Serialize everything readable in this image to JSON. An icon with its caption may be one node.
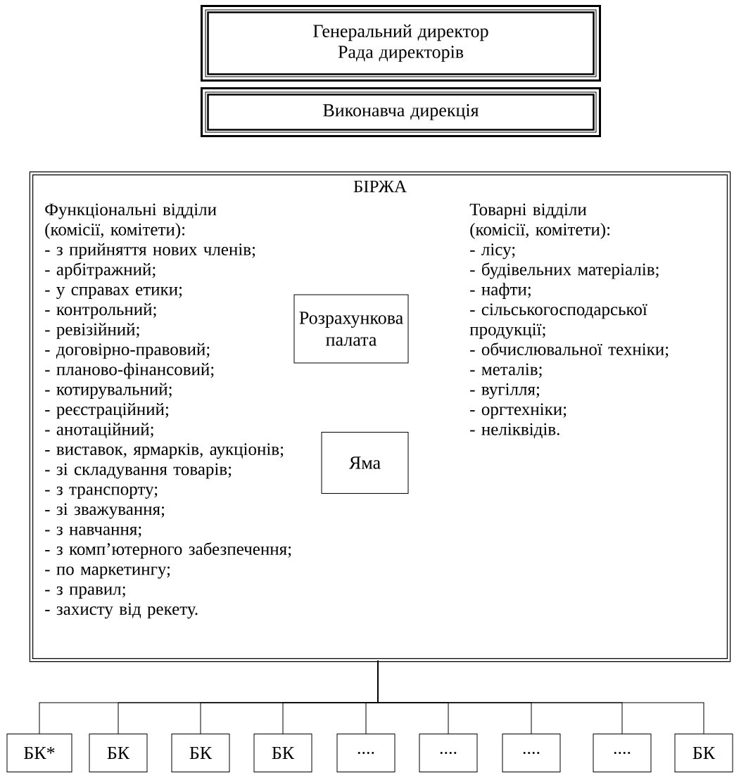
{
  "diagram": {
    "nodes": [
      {
        "text": [
          "Генеральний директор",
          "Рада директорів"
        ]
      },
      {
        "text": [
          "Виконавча дирекція"
        ]
      },
      {
        "text": [
          "БІРЖА",
          "Функціональні відділи (комісії, комітети):",
          "- з прийняття нових членів;",
          "- арбітражний;",
          "- у справах етики;",
          "- контрольний;",
          "- ревізійний;",
          "- договірно-правовий;",
          "- планово-фінансовий;",
          "- котирувальний;",
          "- реєстраційний;",
          "- анотаційний;",
          "- виставок, ярмарків, аукціонів;",
          "- зі складування товарів;",
          "- з транспорту;",
          "- зі зважування;",
          "- з навчання;",
          "- з комп’ютерного забезпечення;",
          "- по маркетингу;",
          "- з правил;",
          "- захисту від рекету.",
          "Товарні відділи (комісії, комітети):",
          "- лісу;",
          "- будівельних матеріалів;",
          "- нафти;",
          "- сільськогосподарської продукції;",
          "- обчислювальної техніки;",
          "- металів;",
          "- вугілля;",
          "- оргтехніки;",
          "- неліквідів."
        ]
      },
      {
        "text": [
          "Розрахункова палата"
        ],
        "in": 2
      },
      {
        "text": [
          "Яма"
        ],
        "in": 2
      },
      {
        "text": [
          "БК*"
        ]
      },
      {
        "text": [
          "БК"
        ]
      },
      {
        "text": [
          "БК"
        ]
      },
      {
        "text": [
          "БК"
        ]
      },
      {
        "text": [
          "...."
        ]
      },
      {
        "text": [
          "...."
        ]
      },
      {
        "text": [
          "...."
        ]
      },
      {
        "text": [
          "...."
        ]
      },
      {
        "text": [
          "БК"
        ]
      }
    ],
    "edges": [
      {
        "from": 2,
        "to": 5,
        "arrow": "none"
      },
      {
        "from": 2,
        "to": 6,
        "arrow": "none"
      },
      {
        "from": 2,
        "to": 7,
        "arrow": "none"
      },
      {
        "from": 2,
        "to": 8,
        "arrow": "none"
      },
      {
        "from": 2,
        "to": 9,
        "arrow": "none"
      },
      {
        "from": 2,
        "to": 10,
        "arrow": "none"
      },
      {
        "from": 2,
        "to": 11,
        "arrow": "none"
      },
      {
        "from": 2,
        "to": 12,
        "arrow": "none"
      },
      {
        "from": 2,
        "to": 13,
        "arrow": "none"
      }
    ]
  }
}
